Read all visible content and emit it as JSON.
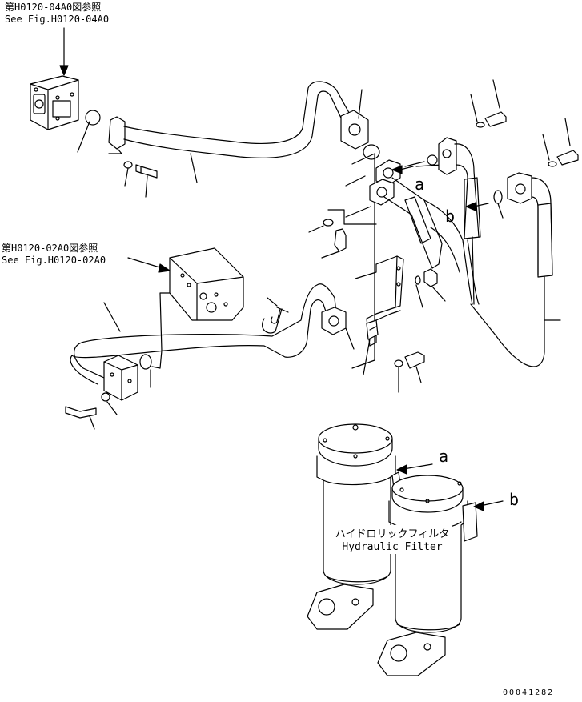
{
  "references": {
    "top": {
      "jp": "第H0120-04A0図参照",
      "en": "See Fig.H0120-04A0"
    },
    "middle": {
      "jp": "第H0120-02A0図参照",
      "en": "See Fig.H0120-02A0"
    }
  },
  "callouts": {
    "a_upper": "a",
    "b_upper": "b",
    "a_lower": "a",
    "b_lower": "b"
  },
  "filter": {
    "jp": "ハイドロリックフィルタ",
    "en": "Hydraulic Filter"
  },
  "drawing_code": "00041282"
}
